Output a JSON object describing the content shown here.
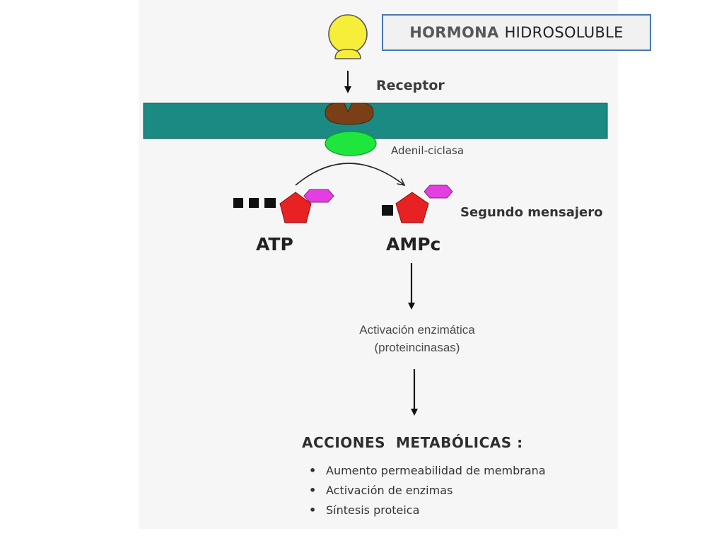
{
  "title": {
    "word1": "HORMONA",
    "word2": "HIDROSOLUBLE"
  },
  "labels": {
    "receptor": "Receptor",
    "adenil_ciclasa": "Adenil-ciclasa",
    "segundo_mensajero": "Segundo mensajero",
    "atp": "ATP",
    "ampc": "AMPc"
  },
  "activation": {
    "line1": "Activación enzimática",
    "line2": "(proteincinasas)"
  },
  "actions": {
    "heading": "ACCIONES  METABÓLICAS :",
    "items": [
      "Aumento permeabilidad de membrana",
      "Activación de enzimas",
      "Síntesis proteica"
    ]
  },
  "colors": {
    "hormone": "#f7ee3a",
    "membrane": "#1a8a82",
    "receptor": "#7a3f16",
    "adenylate_cyclase": "#1ee63c",
    "pentose": "#e82222",
    "base": "#e33fe0",
    "phosphate": "#111111",
    "title_border": "#4a77b4"
  }
}
